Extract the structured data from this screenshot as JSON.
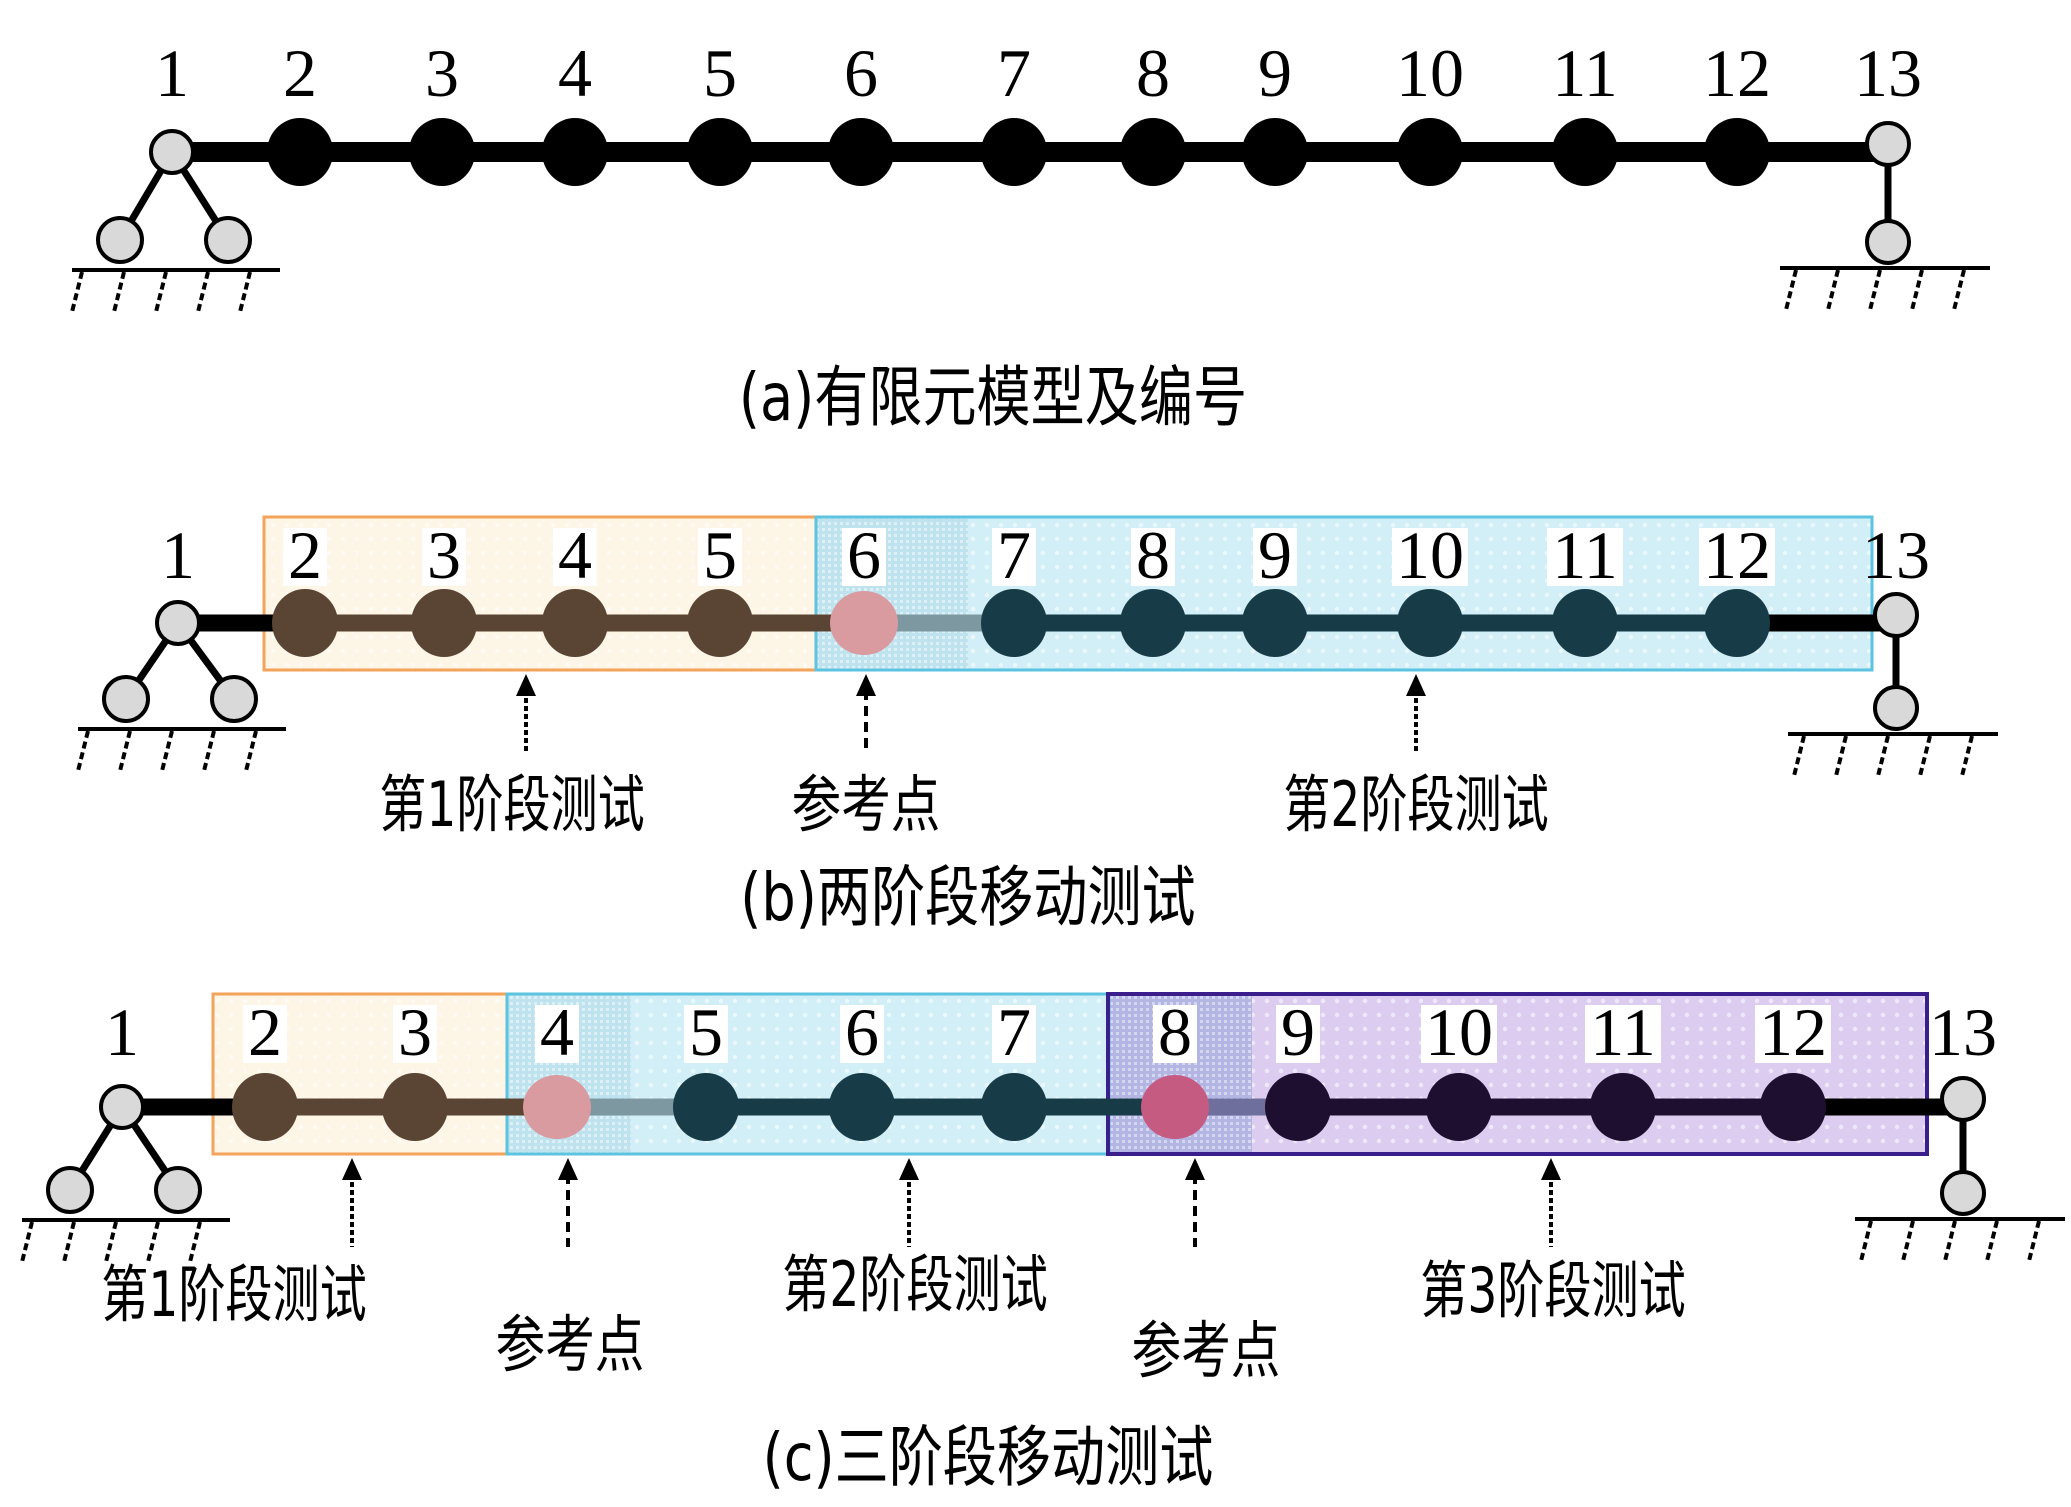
{
  "figure": {
    "node_count": 13,
    "node_labels": [
      "1",
      "2",
      "3",
      "4",
      "5",
      "6",
      "7",
      "8",
      "9",
      "10",
      "11",
      "12",
      "13"
    ],
    "colors": {
      "beam": "#000000",
      "support_fill": "#d9d9d9",
      "node_default": "#000000"
    },
    "panels": [
      {
        "id": "a",
        "caption": "(a)有限元模型及编号",
        "stages": [],
        "annotations": []
      },
      {
        "id": "b",
        "caption": "(b)两阶段移动测试",
        "stages": [
          {
            "name": "第1阶段测试",
            "nodes": [
              2,
              5
            ],
            "fill": "#fdf5e6",
            "border": "#f4a35a",
            "node_color": "#5a4433"
          },
          {
            "name": "第2阶段测试",
            "nodes": [
              6,
              12
            ],
            "fill": "#d2eff7",
            "border": "#5cc3e0",
            "node_color": "#173c48"
          }
        ],
        "reference_points": [
          {
            "node": 6,
            "color": "#d99aa0",
            "overlap_fill": "#bfe3ee"
          }
        ],
        "annotations": [
          {
            "label": "第1阶段测试",
            "target": "stage-1"
          },
          {
            "label": "参考点",
            "target": "ref-6"
          },
          {
            "label": "第2阶段测试",
            "target": "stage-2"
          }
        ]
      },
      {
        "id": "c",
        "caption": "(c)三阶段移动测试",
        "stages": [
          {
            "name": "第1阶段测试",
            "nodes": [
              2,
              3
            ],
            "fill": "#fdf5e6",
            "border": "#f4a35a",
            "node_color": "#5a4433"
          },
          {
            "name": "第2阶段测试",
            "nodes": [
              4,
              7
            ],
            "fill": "#d2eff7",
            "border": "#5cc3e0",
            "node_color": "#173c48"
          },
          {
            "name": "第3阶段测试",
            "nodes": [
              8,
              12
            ],
            "fill": "#dccdf0",
            "border": "#3a1e8c",
            "node_color": "#1e0e30"
          }
        ],
        "reference_points": [
          {
            "node": 4,
            "color": "#d99aa0",
            "overlap_fill": "#bfe3ee"
          },
          {
            "node": 8,
            "color": "#c65b82",
            "overlap_fill": "#b3b5e2"
          }
        ],
        "annotations": [
          {
            "label": "第1阶段测试",
            "target": "stage-1"
          },
          {
            "label": "参考点",
            "target": "ref-4"
          },
          {
            "label": "第2阶段测试",
            "target": "stage-2"
          },
          {
            "label": "参考点",
            "target": "ref-8"
          },
          {
            "label": "第3阶段测试",
            "target": "stage-3"
          }
        ]
      }
    ]
  }
}
